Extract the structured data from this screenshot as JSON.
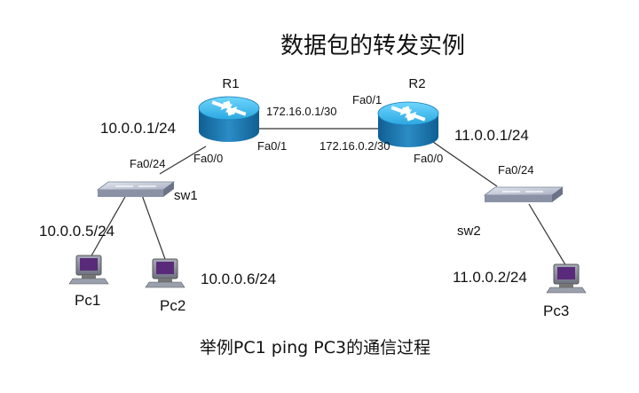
{
  "title": "数据包的转发实例",
  "caption": "举例PC1 ping PC3的通信过程",
  "routers": [
    {
      "name": "R1",
      "lan_ip": "10.0.0.1/24",
      "wan_ip": "172.16.0.1/30",
      "lan_port": "Fa0/0",
      "wan_port": "Fa0/1"
    },
    {
      "name": "R2",
      "lan_ip": "11.0.0.1/24",
      "wan_ip": "172.16.0.2/30",
      "lan_port": "Fa0/0",
      "wan_port": "Fa0/1"
    }
  ],
  "switches": [
    {
      "name": "sw1",
      "uplink_port": "Fa0/24"
    },
    {
      "name": "sw2",
      "uplink_port": "Fa0/24"
    }
  ],
  "hosts": [
    {
      "name": "Pc1",
      "ip": "10.0.0.5/24"
    },
    {
      "name": "Pc2",
      "ip": "10.0.0.6/24"
    },
    {
      "name": "Pc3",
      "ip": "11.0.0.2/24"
    }
  ],
  "colors": {
    "router_top": "#39c0f2",
    "router_body": "#1c7fb6",
    "switch_top": "#c8cdd8",
    "switch_body": "#8b92a6",
    "link": "#333333"
  }
}
